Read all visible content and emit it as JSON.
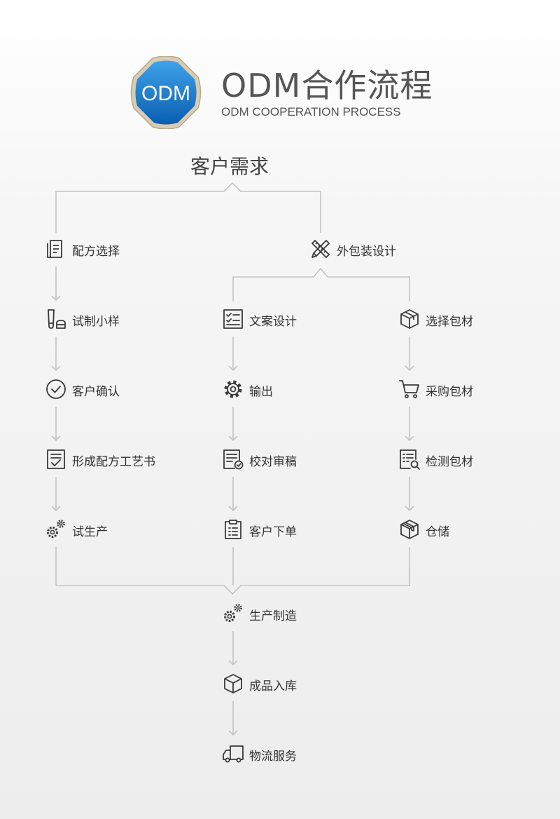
{
  "header": {
    "logo_text": "ODM",
    "title": "ODM合作流程",
    "subtitle": "ODM COOPERATION PROCESS"
  },
  "top_node": "客户需求",
  "left_column": [
    {
      "label": "配方选择",
      "icon": "document-icon"
    },
    {
      "label": "试制小样",
      "icon": "sample-bottles-icon"
    },
    {
      "label": "客户确认",
      "icon": "check-circle-icon"
    },
    {
      "label": "形成配方工艺书",
      "icon": "checklist-doc-icon"
    },
    {
      "label": "试生产",
      "icon": "gears-icon"
    }
  ],
  "packaging_node": {
    "label": "外包装设计",
    "icon": "pencil-ruler-icon"
  },
  "middle_column": [
    {
      "label": "文案设计",
      "icon": "checklist-icon"
    },
    {
      "label": "输出",
      "icon": "gear-icon"
    },
    {
      "label": "校对审稿",
      "icon": "doc-check-icon"
    },
    {
      "label": "客户下单",
      "icon": "clipboard-icon"
    }
  ],
  "right_column": [
    {
      "label": "选择包材",
      "icon": "box-icon"
    },
    {
      "label": "采购包材",
      "icon": "cart-icon"
    },
    {
      "label": "检测包材",
      "icon": "doc-search-icon"
    },
    {
      "label": "仓储",
      "icon": "storage-box-icon"
    }
  ],
  "final_column": [
    {
      "label": "生产制造",
      "icon": "gears-icon"
    },
    {
      "label": "成品入库",
      "icon": "cube-icon"
    },
    {
      "label": "物流服务",
      "icon": "truck-icon"
    }
  ],
  "colors": {
    "logo_blue": "#1a78c8",
    "logo_border": "#c9b89a",
    "line": "#c4c4c4",
    "icon": "#3a3a3a",
    "text": "#333333"
  }
}
